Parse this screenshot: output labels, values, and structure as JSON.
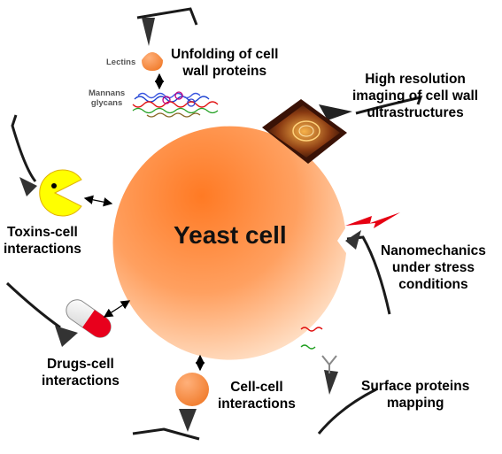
{
  "center_label": "Yeast cell",
  "labels": {
    "unfolding": [
      "Unfolding of cell",
      "wall proteins"
    ],
    "imaging": [
      "High resolution",
      "imaging of cell wall",
      "ultrastructures"
    ],
    "toxins": [
      "Toxins-cell",
      "interactions"
    ],
    "nanomechanics": [
      "Nanomechanics",
      "under stress",
      "conditions"
    ],
    "drugs": [
      "Drugs-cell",
      "interactions"
    ],
    "cellcell": [
      "Cell-cell",
      "interactions"
    ],
    "surface": [
      "Surface proteins",
      "mapping"
    ]
  },
  "small_labels": {
    "lectins": "Lectins",
    "mannans": [
      "Mannans",
      "glycans"
    ]
  },
  "colors": {
    "cell_outer": "#ff7f2a",
    "cell_inner": "#ffd9b8",
    "pacman": "#ffff00",
    "pill_red": "#e8001c",
    "lightning": "#e60012",
    "cantilever": "#1a1a1a"
  }
}
